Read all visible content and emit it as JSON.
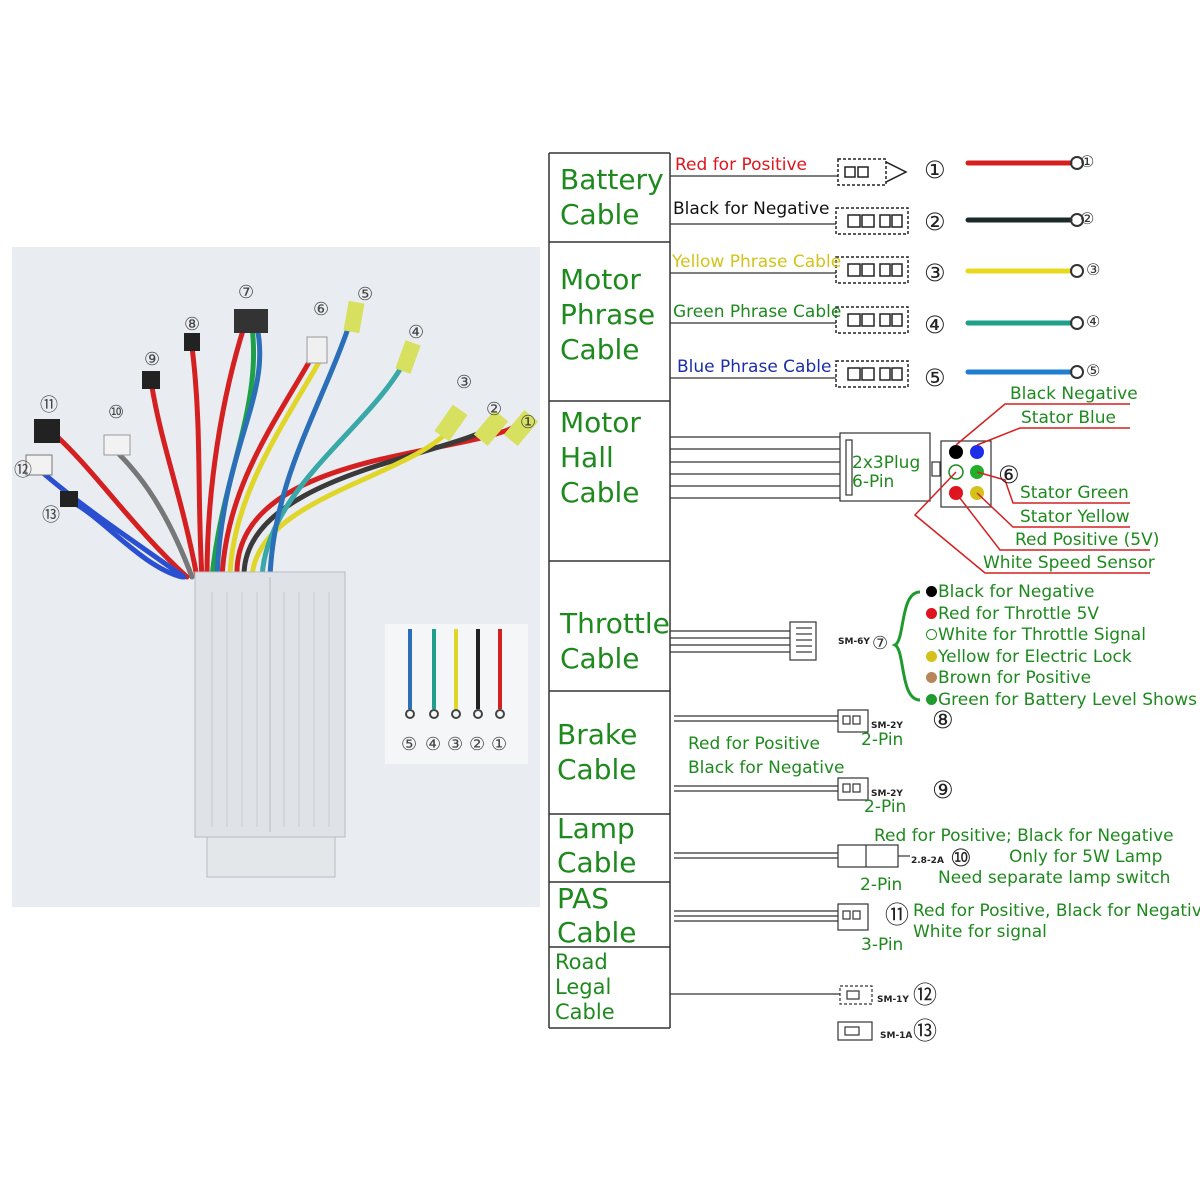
{
  "categories": {
    "battery": [
      "Battery",
      "Cable"
    ],
    "motor_phrase": [
      "Motor",
      "Phrase",
      "Cable"
    ],
    "motor_hall": [
      "Motor",
      "Hall",
      "Cable"
    ],
    "throttle": [
      "Throttle",
      "Cable"
    ],
    "brake": [
      "Brake",
      "Cable"
    ],
    "lamp": [
      "Lamp",
      "Cable"
    ],
    "pas": [
      "PAS",
      "Cable"
    ],
    "road_legal": [
      "Road",
      "Legal",
      "Cable"
    ]
  },
  "wire_labels": {
    "red_positive": "Red for Positive",
    "black_negative": "Black for Negative",
    "yellow_phrase": "Yellow Phrase Cable",
    "green_phrase": "Green Phrase Cable",
    "blue_phrase": "Blue Phrase Cable"
  },
  "hall": {
    "connector": [
      "2x3Plug",
      "6-Pin"
    ],
    "pins": [
      "Black Negative",
      "Stator Blue",
      "Stator Green",
      "Stator Yellow",
      "Red Positive (5V)",
      "White Speed Sensor"
    ]
  },
  "throttle": {
    "connector_code": "SM-6Y",
    "pins": [
      {
        "text": "Black for Negative",
        "color": "#000000"
      },
      {
        "text": "Red for Throttle 5V",
        "color": "#e0141e"
      },
      {
        "text": "White for Throttle Signal",
        "color": "#ffffff"
      },
      {
        "text": "Yellow for Electric Lock",
        "color": "#d4c21a"
      },
      {
        "text": "Brown for Positive",
        "color": "#b8865a"
      },
      {
        "text": "Green for Battery Level Shows",
        "color": "#1e9a2e"
      }
    ]
  },
  "brake": {
    "text": [
      "Red for Positive",
      "Black for Negative"
    ],
    "code": "SM-2Y",
    "pin": "2-Pin"
  },
  "lamp": {
    "text": [
      "Red for Positive; Black for Negative",
      "Only for 5W Lamp",
      "Need separate lamp switch"
    ],
    "code": "2.8-2A",
    "pin": "2-Pin"
  },
  "pas": {
    "text": [
      "Red for Positive, Black for Negative",
      "White for signal"
    ],
    "pin": "3-Pin"
  },
  "road_legal": {
    "codes": [
      "SM-1Y",
      "SM-1A"
    ]
  },
  "numbers": [
    "①",
    "②",
    "③",
    "④",
    "⑤",
    "⑥",
    "⑦",
    "⑧",
    "⑨",
    "⑩",
    "⑪",
    "⑫",
    "⑬"
  ],
  "photo_labels": [
    "①",
    "②",
    "③",
    "④",
    "⑤",
    "⑥",
    "⑦",
    "⑧",
    "⑨",
    "⑩",
    "⑪",
    "⑫",
    "⑬"
  ],
  "inset_labels": [
    "⑤",
    "④",
    "③",
    "②",
    "①"
  ],
  "colors": {
    "category_green": "#1e8a1e",
    "red_label": "#e0141e",
    "yellow_label": "#d4c21a",
    "blue_label": "#1c2ea8",
    "wire_red": "#d62020",
    "wire_black": "#1a2a2a",
    "wire_yellow": "#e8d81e",
    "wire_green": "#1ea08a",
    "wire_blue": "#1e7ed0"
  }
}
